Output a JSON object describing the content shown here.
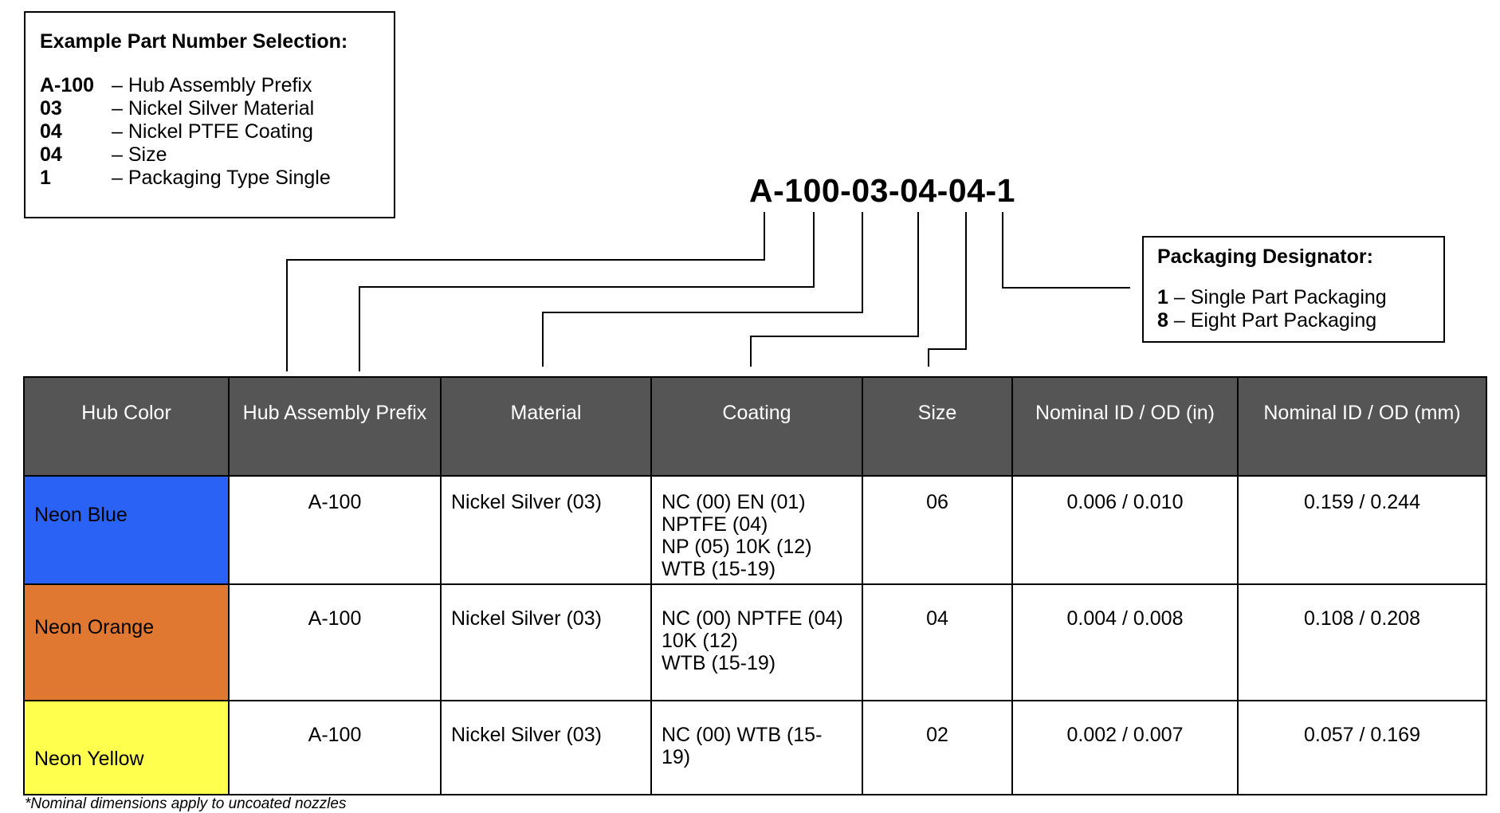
{
  "example": {
    "title": "Example Part Number Selection:",
    "items": [
      {
        "code": "A-100",
        "desc": "– Hub Assembly Prefix"
      },
      {
        "code": "03",
        "desc": "– Nickel Silver Material"
      },
      {
        "code": "04",
        "desc": "– Nickel PTFE Coating"
      },
      {
        "code": "04",
        "desc": "– Size"
      },
      {
        "code": "1",
        "desc": "– Packaging Type Single"
      }
    ]
  },
  "part_number": "A-100-03-04-04-1",
  "packaging": {
    "title": "Packaging Designator:",
    "items": [
      {
        "code": "1",
        "desc": " – Single Part Packaging"
      },
      {
        "code": "8",
        "desc": " – Eight Part Packaging"
      }
    ]
  },
  "table": {
    "headers": [
      "Hub Color",
      "Hub Assembly Prefix",
      "Material",
      "Coating",
      "Size",
      "Nominal ID / OD (in)",
      "Nominal ID / OD (mm)"
    ],
    "rows": [
      {
        "hub_color": "Neon Blue",
        "color": "#2962f5",
        "prefix": "A-100",
        "material": "Nickel Silver (03)",
        "coating": [
          "NC (00) EN (01)",
          "NPTFE (04)",
          "NP (05) 10K (12)",
          "WTB (15-19)"
        ],
        "size": "06",
        "nominal_in": "0.006 / 0.010",
        "nominal_mm": "0.159 / 0.244"
      },
      {
        "hub_color": "Neon Orange",
        "color": "#e07832",
        "prefix": "A-100",
        "material": "Nickel Silver (03)",
        "coating": [
          "NC (00) NPTFE (04)",
          "10K (12)",
          "WTB (15-19)"
        ],
        "size": "04",
        "nominal_in": "0.004 / 0.008",
        "nominal_mm": "0.108 / 0.208"
      },
      {
        "hub_color": "Neon Yellow",
        "color": "#ffff4d",
        "prefix": "A-100",
        "material": "Nickel Silver (03)",
        "coating": [
          "NC (00) WTB (15-",
          "19)"
        ],
        "size": "02",
        "nominal_in": "0.002 / 0.007",
        "nominal_mm": "0.057 / 0.169"
      }
    ]
  },
  "footnote": "*Nominal dimensions apply to uncoated nozzles"
}
